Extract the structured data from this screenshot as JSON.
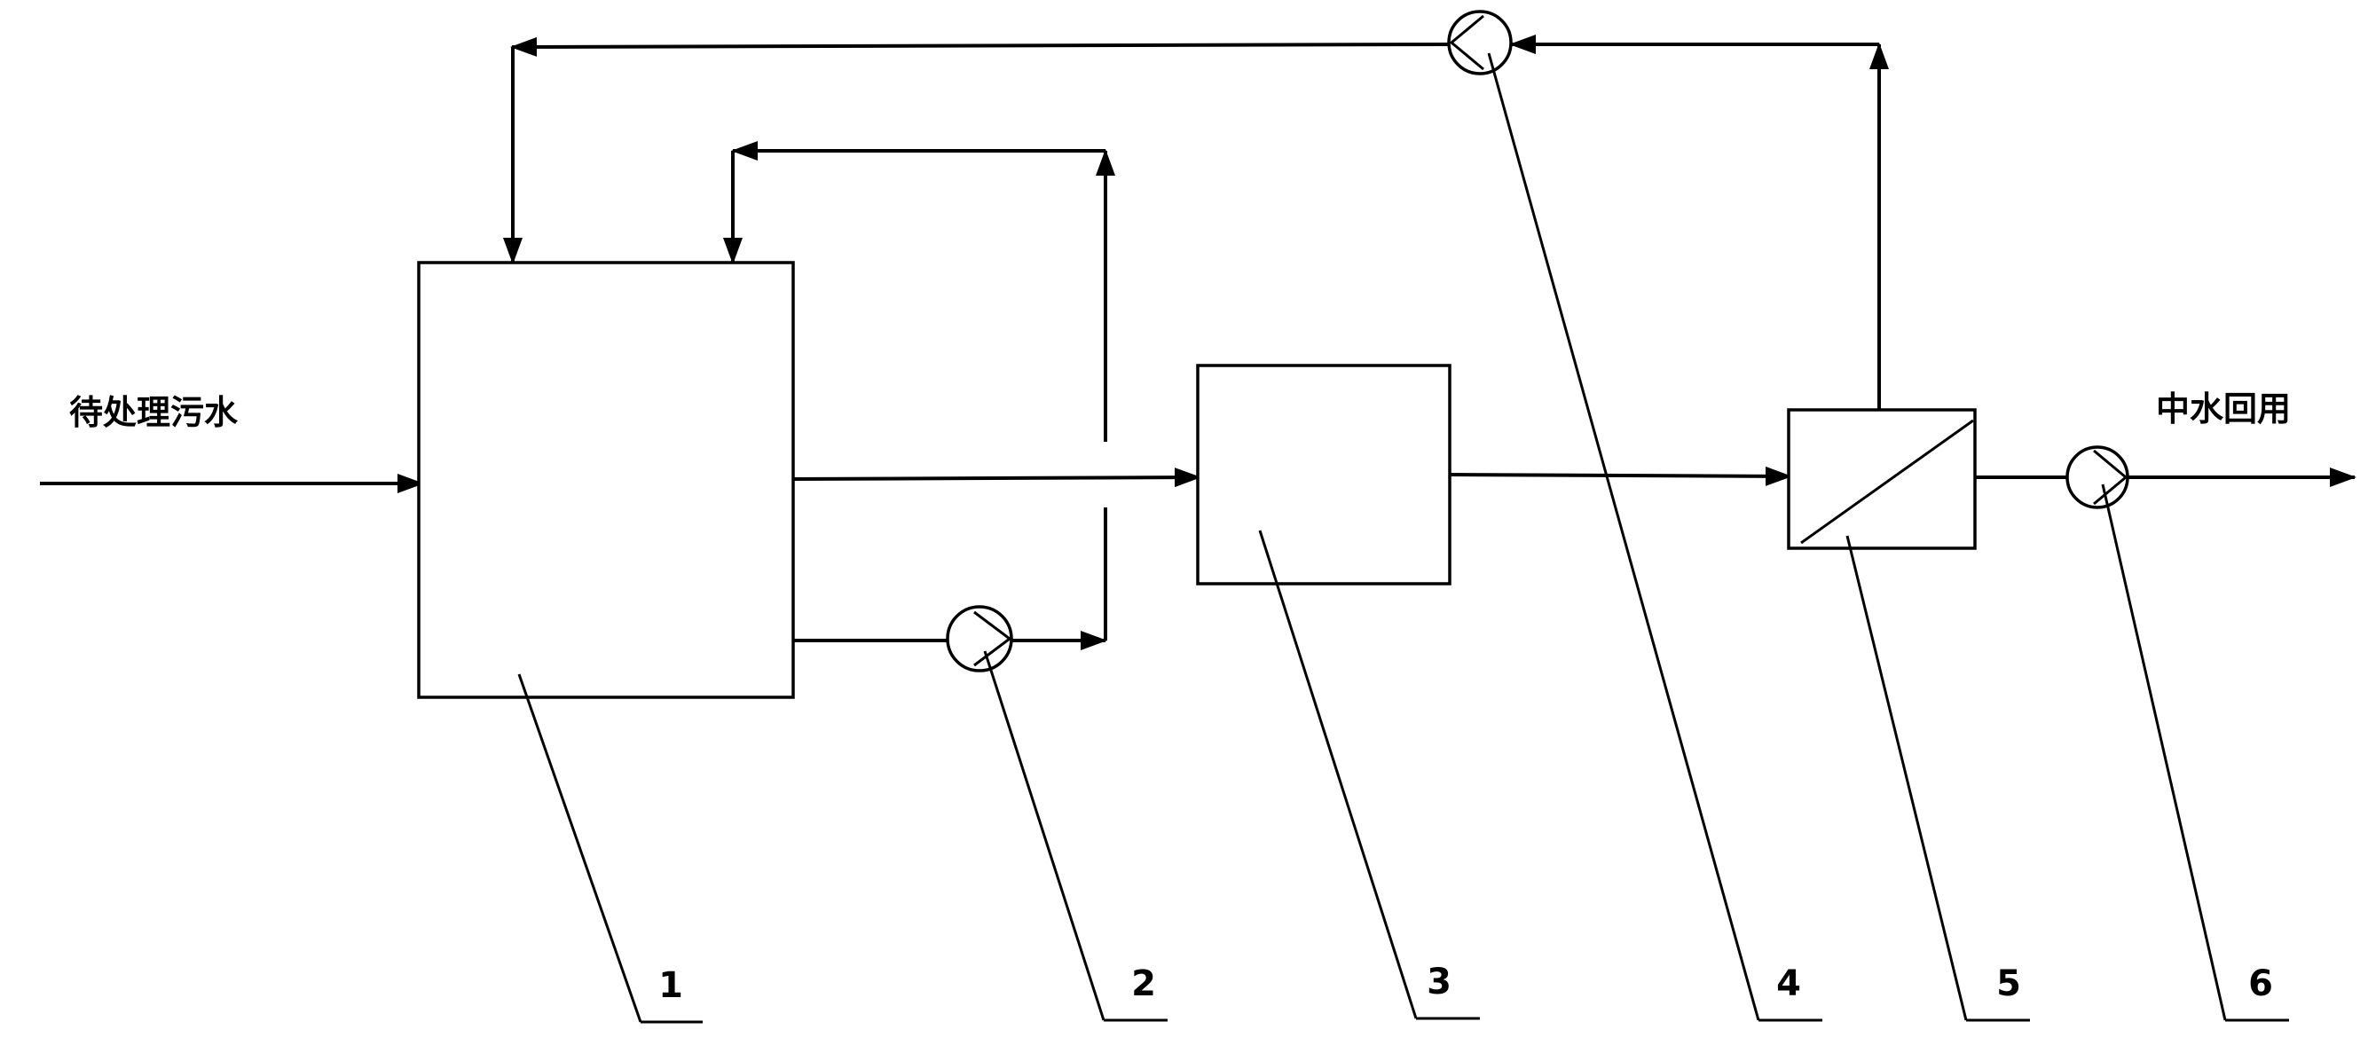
{
  "labels": {
    "input": "待处理污水",
    "output": "中水回用"
  },
  "parts": [
    {
      "id": "1",
      "kind": "tank"
    },
    {
      "id": "2",
      "kind": "pump"
    },
    {
      "id": "3",
      "kind": "tank"
    },
    {
      "id": "4",
      "kind": "pump"
    },
    {
      "id": "5",
      "kind": "membrane-unit"
    },
    {
      "id": "6",
      "kind": "pump"
    }
  ]
}
